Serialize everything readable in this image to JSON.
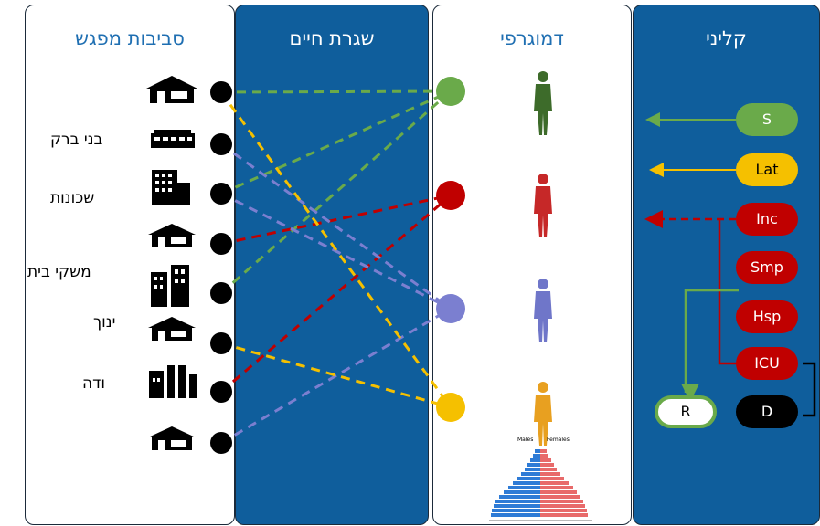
{
  "titles": {
    "environments": "סביבות מפגש",
    "life_routine": "שגרת חיים",
    "demographic": "דמוגרפי",
    "clinical": "קליני"
  },
  "environment_labels": [
    "בני ברק",
    "שכונות",
    "משקי בית",
    "ינוך",
    "ודה"
  ],
  "pyramid_labels": {
    "male": "Males",
    "female": "Females"
  },
  "clinical_states": [
    {
      "id": "S",
      "label": "S",
      "color": "#6aaa4a"
    },
    {
      "id": "Lat",
      "label": "Lat",
      "color": "#f5c000"
    },
    {
      "id": "Inc",
      "label": "Inc",
      "color": "#c00000"
    },
    {
      "id": "Smp",
      "label": "Smp",
      "color": "#c00000"
    },
    {
      "id": "Hsp",
      "label": "Hsp",
      "color": "#c00000"
    },
    {
      "id": "ICU",
      "label": "ICU",
      "color": "#c00000"
    },
    {
      "id": "R",
      "label": "R",
      "color": "#ffffff"
    },
    {
      "id": "D",
      "label": "D",
      "color": "#000000"
    }
  ],
  "colors": {
    "blue_panel": "#0f5e9c",
    "green": "#6aaa4a",
    "red": "#c00000",
    "purple": "#7b7fd0",
    "yellow": "#f5c000",
    "title_blue": "#1f6fb2"
  },
  "icons": [
    "house-icon",
    "office-icon",
    "tower-icon",
    "house-icon",
    "buildings-icon",
    "house-icon",
    "factory-icon",
    "house-icon"
  ]
}
